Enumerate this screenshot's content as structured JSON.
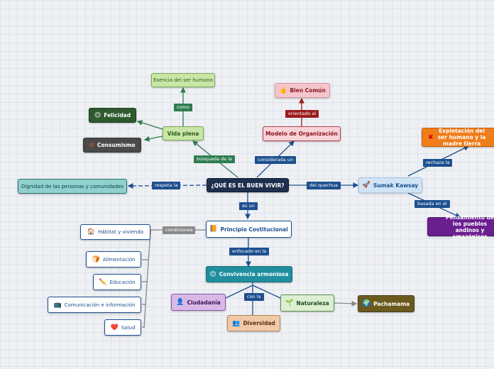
{
  "nodes": {
    "central": "¿QUÉ ES EL BUEN VIVIR?",
    "vida_plena": "Vida plena",
    "esencia": "Esencia del ser humano",
    "felicidad": "Felicidad",
    "consumismo": "Consumismo",
    "bien_comun": "Bien Común",
    "modelo": "Modelo de Organización",
    "dignidad": "Dignidad de las personas y comunidades",
    "sumak": "Sumak Kawsay",
    "explotacion": "Explotación del ser humano y la madre tierra",
    "pensamiento": "Pensamiento de los pueblos andinos y amazónicos",
    "principio": "Principio Costitucional",
    "habitat": "Hábitat  y vivienda",
    "alimentacion": "Alimentación",
    "educacion": "Educación",
    "comunicacion": "Comunicación e información",
    "salud": "Salud",
    "convivencia": "Convivencia armoniosa",
    "ciudadania": "Ciudadanía",
    "diversidad": "Diversidad",
    "naturaleza": "Naturaleza",
    "pachamama": "Pachamama"
  },
  "labels": {
    "como": "como",
    "busqueda": "búsqueda de la",
    "considerada": "considerada un",
    "orientado": "orientado al",
    "respeta": "respeta la",
    "quechua": "del quechua",
    "rechaza": "rechaza la",
    "basada": "basada en el",
    "es_un": "es un",
    "condiciones": "condiciones",
    "enfocado": "enfocado en la",
    "con_la": "con la"
  },
  "icons": {
    "felicidad": "smiley-icon",
    "consumismo": "prohibited-icon",
    "bien_comun": "thumbs-up-icon",
    "sumak": "rocket-icon",
    "explotacion": "cross-mark-icon",
    "principio": "book-icon",
    "habitat": "house-icon",
    "alimentacion": "bread-icon",
    "educacion": "pencil-icon",
    "comunicacion": "tv-icon",
    "salud": "heart-icon",
    "convivencia": "smiley-icon",
    "ciudadania": "person-icon",
    "diversidad": "people-icon",
    "naturaleza": "seedling-icon",
    "pachamama": "earth-icon"
  },
  "colors": {
    "central": "#1f2f4f",
    "green_dark": "#2e7d4f",
    "green_light": "#c9e6a6",
    "red_tag": "#9b1b1b",
    "blue_tag": "#1d4f8f",
    "gray_tag": "#8a8a8a",
    "orange": "#ef7d1a",
    "purple": "#6a1f8f"
  }
}
